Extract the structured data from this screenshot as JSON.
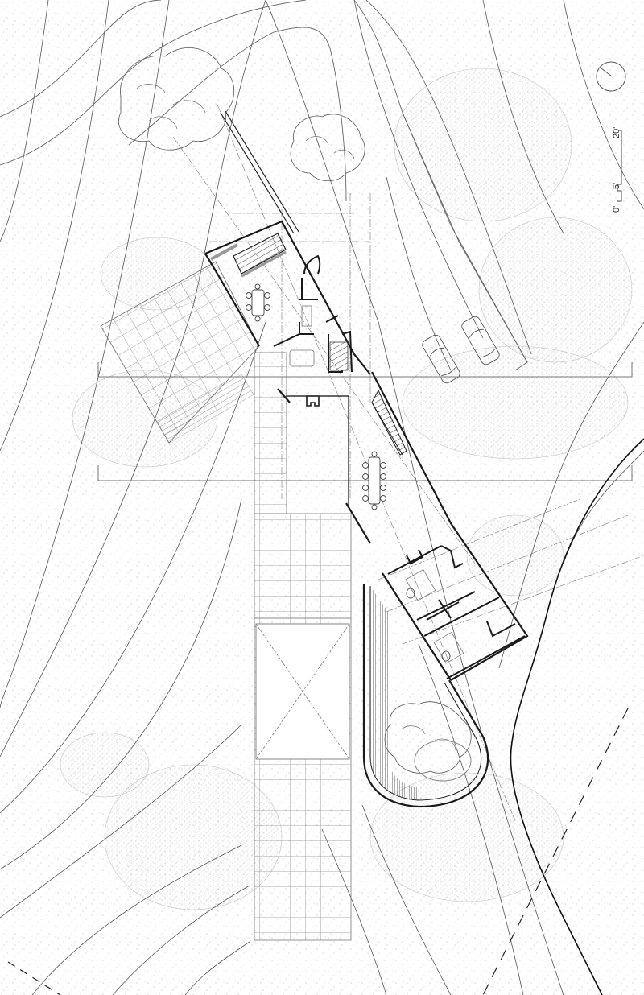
{
  "drawing": {
    "type": "architectural site plan",
    "colors": {
      "background": "#ffffff",
      "wall": "#1a1a1a",
      "wall_fill": "#bdbdbd",
      "contour": "#555555",
      "vegetation": "#9a9a9a",
      "grid": "#8c8c8c",
      "centerline": "#666666"
    }
  },
  "north_arrow": {
    "icon": "north-arrow-circle-icon"
  },
  "scale_bar": {
    "labels": [
      "0'",
      "5'",
      "20'"
    ]
  }
}
